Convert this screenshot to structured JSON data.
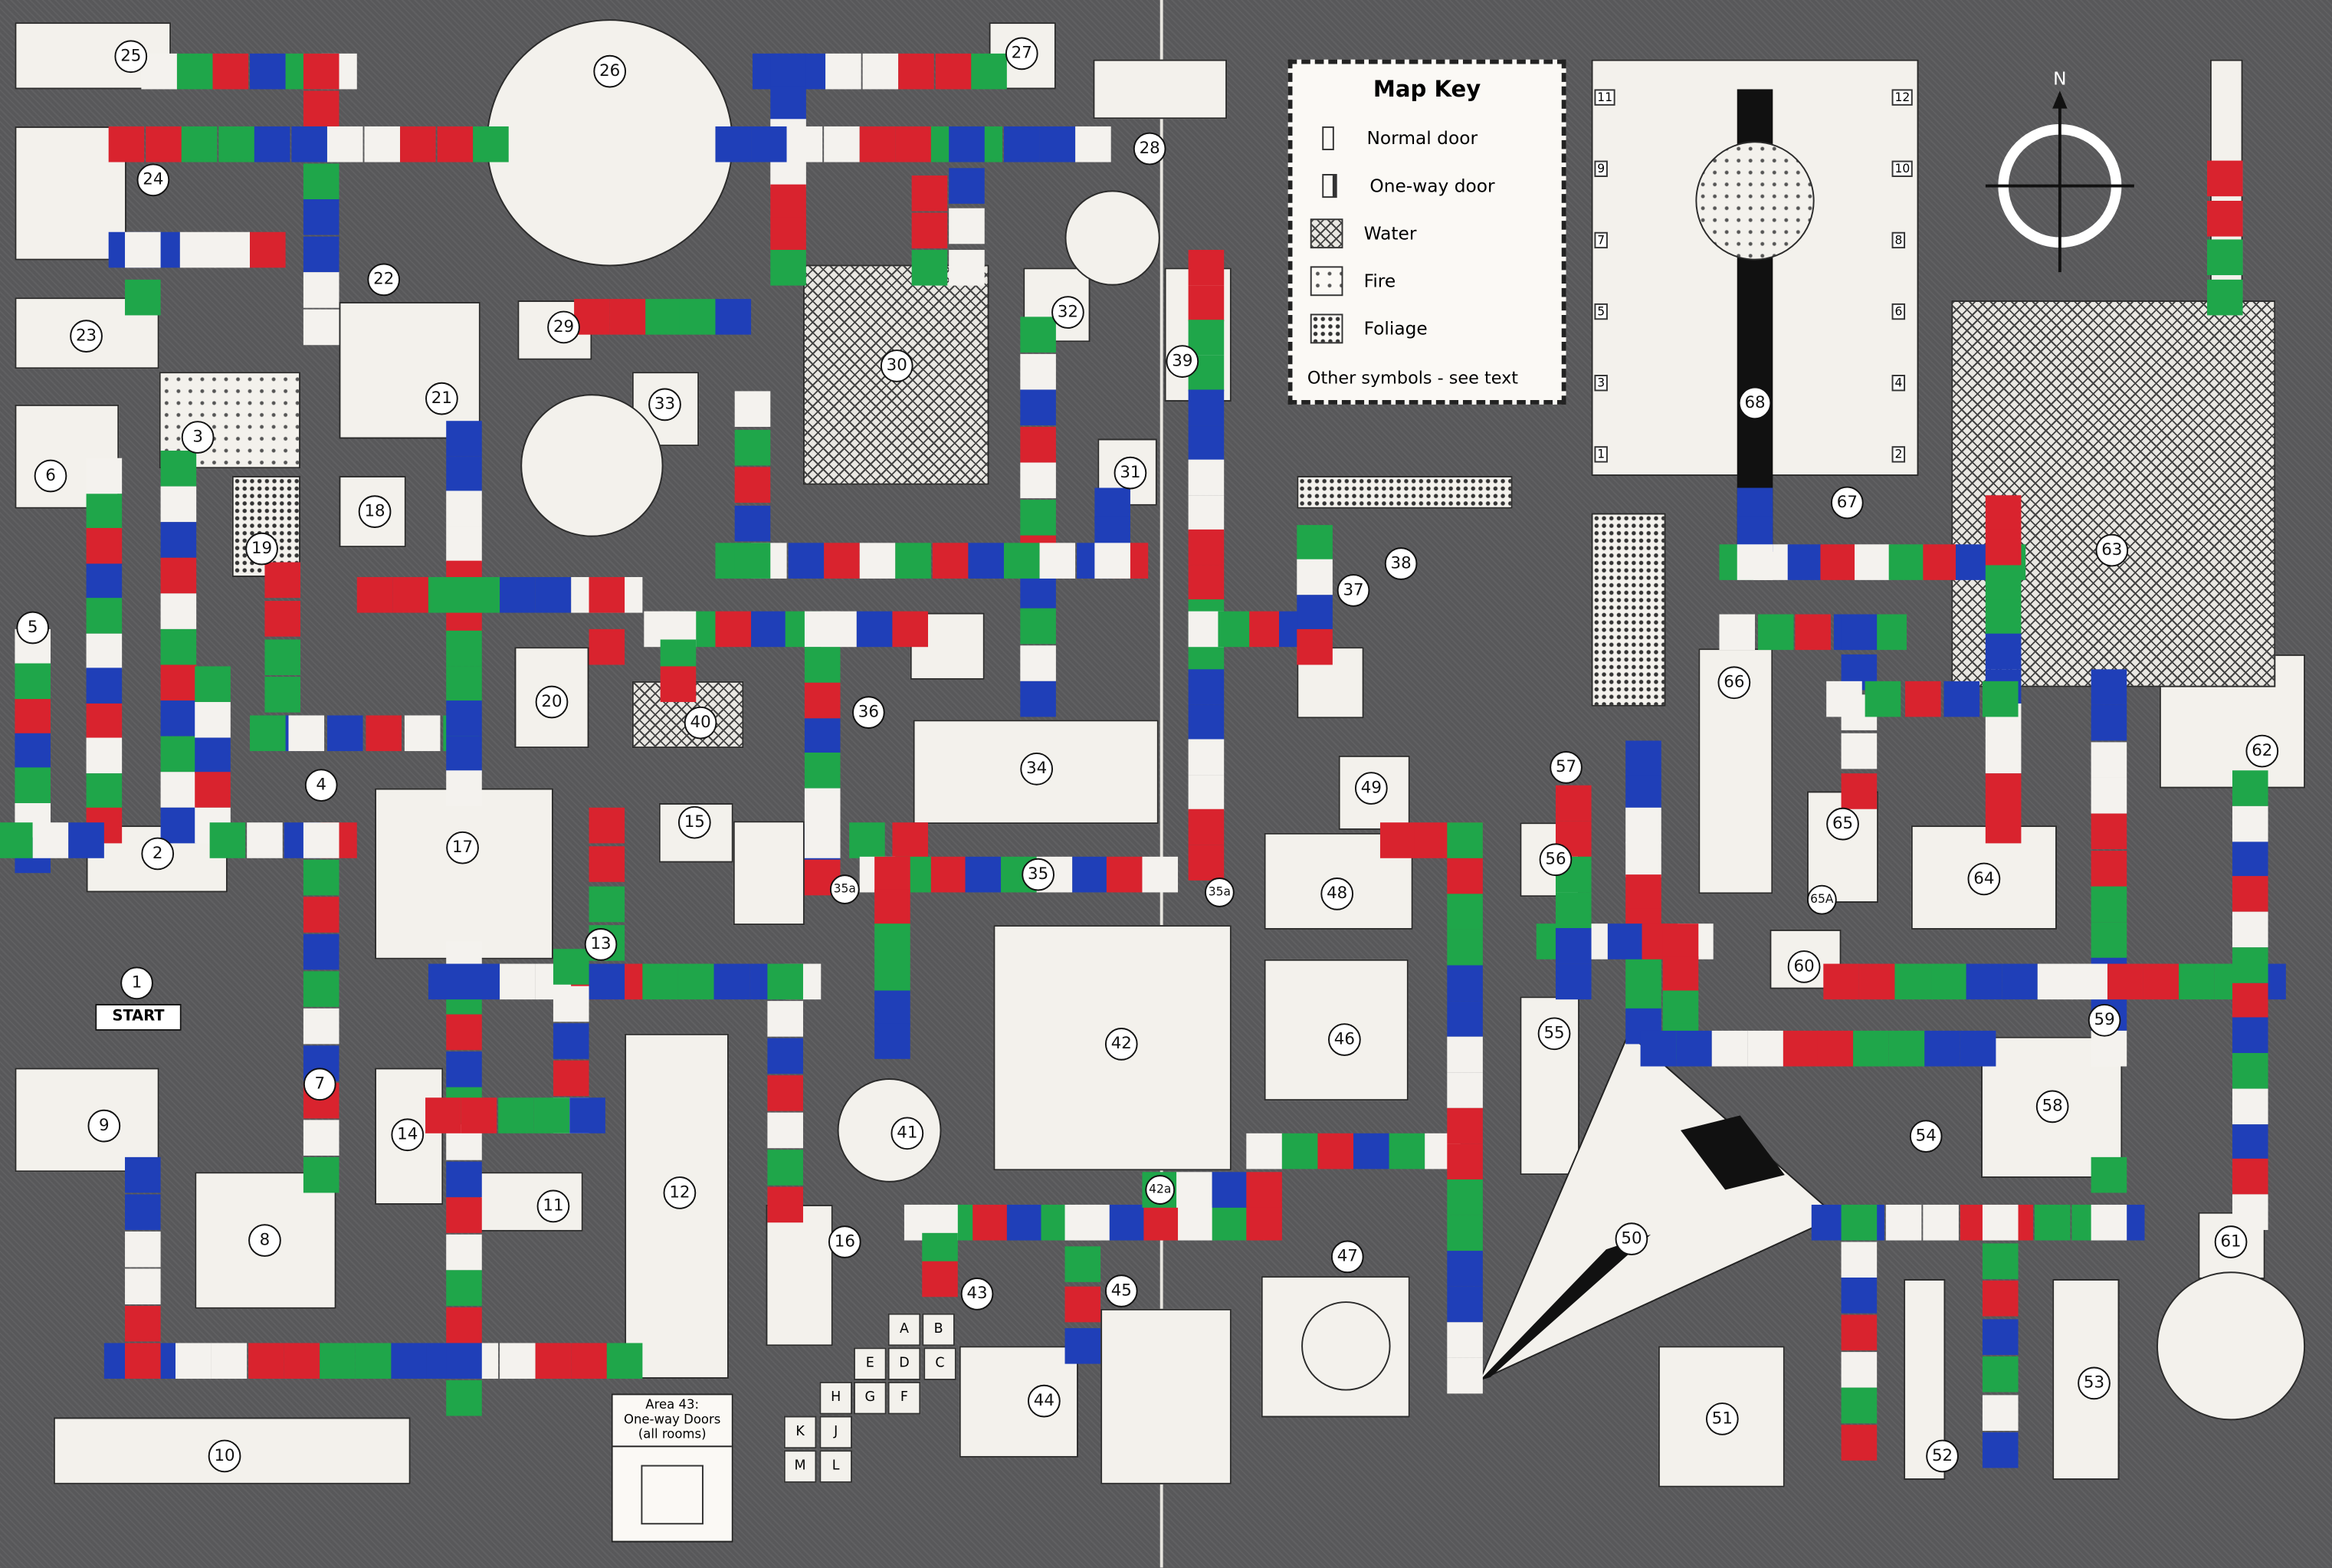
{
  "map_key": {
    "title": "Map Key",
    "items": [
      {
        "icon": "normal-door-icon",
        "label": "Normal door"
      },
      {
        "icon": "one-way-door-icon",
        "label": "One-way door"
      },
      {
        "icon": "water-icon",
        "label": "Water"
      },
      {
        "icon": "fire-icon",
        "label": "Fire"
      },
      {
        "icon": "foliage-icon",
        "label": "Foliage"
      }
    ],
    "note": "Other symbols - see text"
  },
  "area43_box": {
    "title_line1": "Area 43:",
    "title_line2": "One-way Doors",
    "title_line3": "(all rooms)"
  },
  "start_label": "START",
  "compass_label": "N",
  "rooms": [
    "1",
    "2",
    "3",
    "4",
    "5",
    "6",
    "7",
    "8",
    "9",
    "10",
    "11",
    "12",
    "13",
    "14",
    "15",
    "16",
    "17",
    "18",
    "19",
    "20",
    "21",
    "22",
    "23",
    "24",
    "25",
    "26",
    "27",
    "28",
    "29",
    "30",
    "31",
    "32",
    "33",
    "34",
    "35",
    "35a",
    "35a",
    "36",
    "37",
    "38",
    "39",
    "40",
    "41",
    "42",
    "42a",
    "43",
    "44",
    "45",
    "46",
    "47",
    "48",
    "49",
    "50",
    "51",
    "52",
    "53",
    "54",
    "55",
    "56",
    "57",
    "58",
    "59",
    "60",
    "61",
    "62",
    "63",
    "64",
    "65",
    "65A",
    "66",
    "67",
    "68"
  ],
  "area43_rooms": [
    "A",
    "B",
    "C",
    "D",
    "E",
    "F",
    "G",
    "H",
    "J",
    "K",
    "L",
    "M"
  ],
  "area68_cells": [
    "1",
    "2",
    "3",
    "4",
    "5",
    "6",
    "7",
    "8",
    "9",
    "10",
    "11",
    "12"
  ],
  "colors": {
    "red": "#d9232e",
    "green": "#1fa64a",
    "blue": "#1f3fb8",
    "white": "#f4f2ee",
    "background": "#58585a",
    "room": "#f3f1ec"
  }
}
